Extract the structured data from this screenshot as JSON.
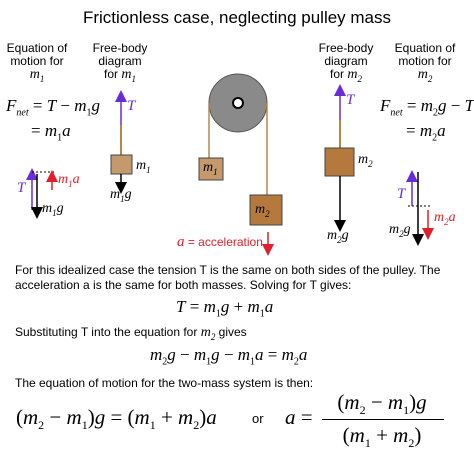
{
  "title": "Frictionless case, neglecting pulley mass",
  "left_eq_header": [
    "Equation of",
    "motion for",
    "m1"
  ],
  "left_fbd_header": [
    "Free-body",
    "diagram",
    "for m1"
  ],
  "right_fbd_header": [
    "Free-body",
    "diagram",
    "for m2"
  ],
  "right_eq_header": [
    "Equation of",
    "motion for",
    "m2"
  ],
  "left_equations": [
    "Fnet = T − m1g",
    "= m1a"
  ],
  "right_equations": [
    "Fnet = m2g − T",
    "= m2a"
  ],
  "labels": {
    "T": "T",
    "m1": "m1",
    "m2": "m2",
    "m1g": "m1g",
    "m2g": "m2g",
    "m1a": "m1a",
    "m2a": "m2a",
    "accel": "a = acceleration"
  },
  "colors": {
    "tension": "#6a2bd9",
    "accel": "#e0202a",
    "mass": "#c49a6c",
    "pulley": "#7a7a7a"
  },
  "para1": "For this idealized case the tension T is the same on both sides of the pulley. The acceleration a is the same for both masses. Solving for T gives:",
  "eq_T": "T = m1g + m1a",
  "para2": "Substituting T into the equation for m2 gives",
  "eq_sub": "m2g − m1g − m1a = m2a",
  "para3": "The equation of motion for the two-mass system is then:",
  "final_eq_left": "(m2 − m1)g = (m1 + m2)a",
  "or": "or",
  "final_eq_right_lhs": "a =",
  "final_num": "(m2 − m1)g",
  "final_den": "(m1 + m2)"
}
